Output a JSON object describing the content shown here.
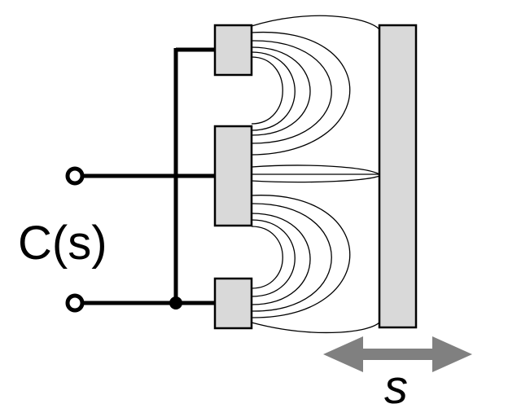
{
  "labels": {
    "capacitance": "C(s)",
    "displacement": "s"
  },
  "colors": {
    "electrode_fill": "#d9d9d9",
    "electrode_stroke": "#000000",
    "wire": "#000000",
    "field_line": "#000000",
    "arrow": "#808080"
  },
  "parts": [
    "top-electrode",
    "middle-electrode",
    "bottom-electrode",
    "movable-plate",
    "terminal-top",
    "terminal-bottom",
    "junction-dot",
    "field-lines",
    "displacement-arrow"
  ]
}
